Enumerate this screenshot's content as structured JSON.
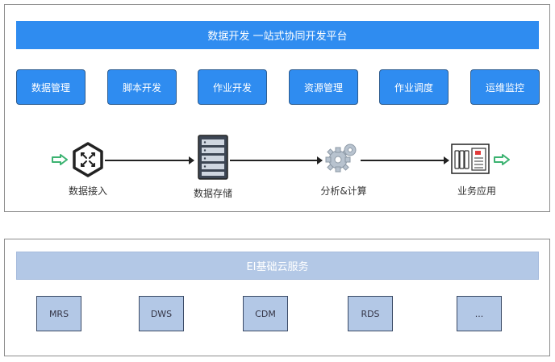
{
  "platform": {
    "title": "数据开发   一站式协同开发平台",
    "modules": [
      "数据管理",
      "脚本开发",
      "作业开发",
      "资源管理",
      "作业调度",
      "运维监控"
    ]
  },
  "flow": {
    "steps": [
      "数据接入",
      "数据存储",
      "分析&计算",
      "业务应用"
    ],
    "icons": [
      "data-ingest-icon",
      "server-storage-icon",
      "gear-compute-icon",
      "business-app-icon"
    ],
    "arrow_color": "#3cb371"
  },
  "cloud": {
    "title": "EI基础云服务",
    "services": [
      "MRS",
      "DWS",
      "CDM",
      "RDS",
      "..."
    ]
  },
  "colors": {
    "primary": "#2f8cf0",
    "service_fill": "#b3c8e6"
  }
}
